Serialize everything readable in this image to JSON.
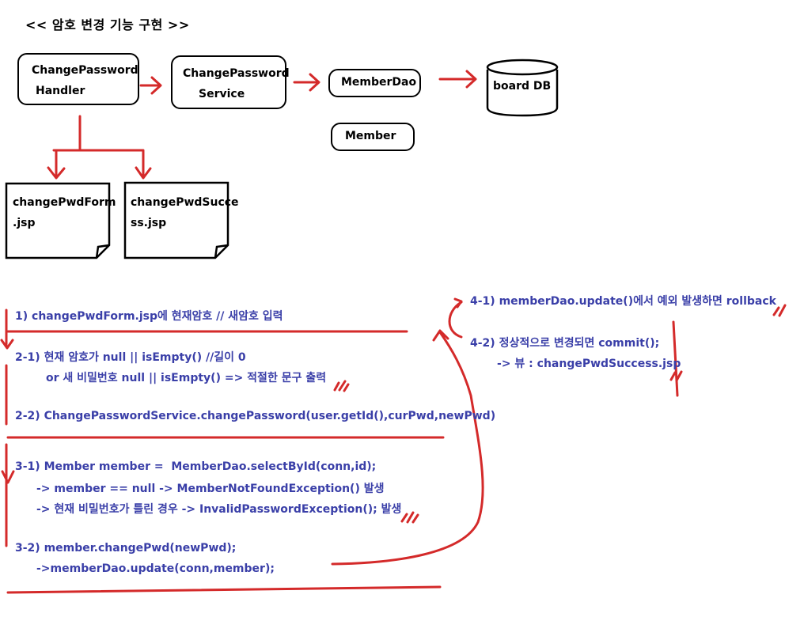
{
  "title": "<< 암호 변경 기능 구현 >>",
  "nodes": {
    "handler": [
      "ChangePassword",
      "Handler"
    ],
    "service": [
      "ChangePassword",
      "Service"
    ],
    "dao": "MemberDao",
    "member": "Member",
    "db": "board DB",
    "form": [
      "changePwdForm",
      ".jsp"
    ],
    "success": [
      "changePwdSucce",
      "ss.jsp"
    ]
  },
  "steps": {
    "s1": "1) changePwdForm.jsp에 현재암호 // 새암호 입력",
    "s2_1a": "2-1) 현재 암호가 null || isEmpty() //길이 0",
    "s2_1b": "or 새 비밀번호 null || isEmpty() => 적절한 문구 출력",
    "s2_2": "2-2) ChangePasswordService.changePassword(user.getId(),curPwd,newPwd)",
    "s3_1a": "3-1) Member member =  MemberDao.selectById(conn,id);",
    "s3_1b": "-> member == null -> MemberNotFoundException() 발생",
    "s3_1c": "-> 현재 비밀번호가 틀린 경우 -> InvalidPasswordException(); 발생",
    "s3_2a": "3-2) member.changePwd(newPwd);",
    "s3_2b": "->memberDao.update(conn,member);",
    "s4_1": "4-1) memberDao.update()에서 예외 발생하면 rollback",
    "s4_2a": "4-2) 정상적으로 변경되면 commit();",
    "s4_2b": "-> 뷰 : changePwdSuccess.jsp"
  },
  "colors": {
    "arrow": "#d42a2a",
    "note_text": "#3a3fa8",
    "box_border": "#000000"
  }
}
